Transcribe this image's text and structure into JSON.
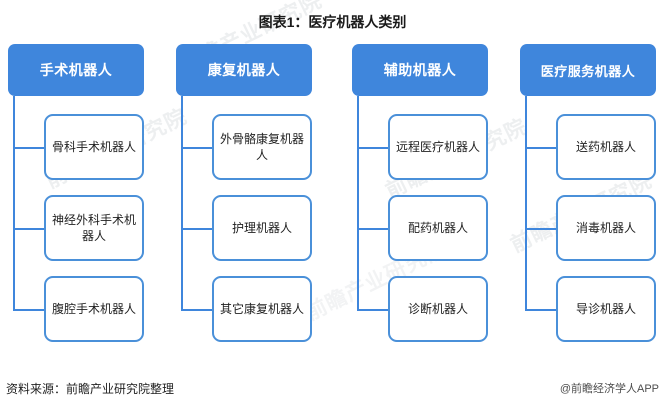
{
  "title": "图表1：医疗机器人类别",
  "columns": [
    {
      "header": "手术机器人",
      "children": [
        "骨科手术机器人",
        "神经外科手术机器人",
        "腹腔手术机器人"
      ]
    },
    {
      "header": "康复机器人",
      "children": [
        "外骨骼康复机器人",
        "护理机器人",
        "其它康复机器人"
      ]
    },
    {
      "header": "辅助机器人",
      "children": [
        "远程医疗机器人",
        "配药机器人",
        "诊断机器人"
      ]
    },
    {
      "header": "医疗服务机器人",
      "children": [
        "送药机器人",
        "消毒机器人",
        "导诊机器人"
      ]
    }
  ],
  "footer": {
    "source": "资料来源：前瞻产业研究院整理",
    "app": "@前瞻经济学人APP"
  },
  "watermark": {
    "text": "前瞻产业研究院"
  },
  "colors": {
    "header_fill": "#3f86dc",
    "header_text": "#ffffff",
    "box_border": "#4a90d9",
    "box_fill": "#ffffff",
    "connector": "#3f86dc",
    "title_text": "#1a1a1a",
    "page_background": "#ffffff"
  }
}
